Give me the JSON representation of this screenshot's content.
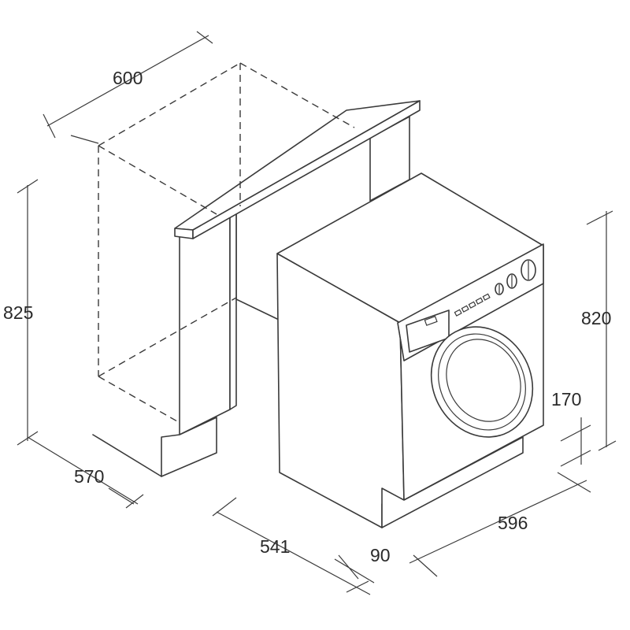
{
  "diagram": {
    "dimensions": {
      "cabinet_width": "600",
      "cabinet_height": "825",
      "cabinet_depth": "570",
      "machine_height": "820",
      "plinth_height": "170",
      "machine_depth": "541",
      "recess_depth": "90",
      "machine_width": "596"
    },
    "colors": {
      "line": "#3a3a3a",
      "background": "#ffffff"
    }
  }
}
